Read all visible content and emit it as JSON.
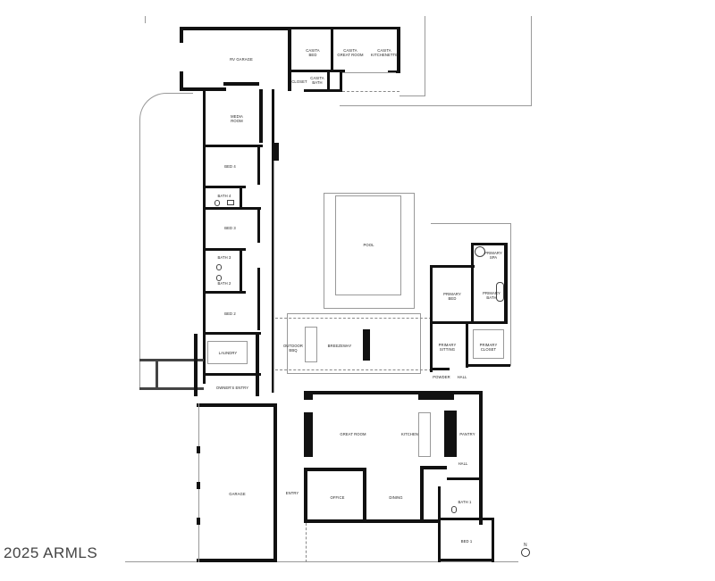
{
  "plan": {
    "rooms": {
      "rv_garage": "RV GARAGE",
      "casita_bed": "CASITA\nBED",
      "casita_great_room": "CASITA\nGREAT ROOM",
      "casita_kitchenette": "CASITA\nKITCHENETTE",
      "closet": "CLOSET",
      "casita_bath": "CASITA\nBATH",
      "media_room": "MEDIA\nROOM",
      "bed4": "BED 4",
      "bath4": "BATH 4",
      "bed3": "BED 3",
      "bath3": "BATH 3",
      "bath2": "BATH 2",
      "bed2": "BED 2",
      "laundry": "LAUNDRY",
      "owners_entry": "OWNER'S ENTRY",
      "garage": "GARAGE",
      "pool": "POOL",
      "outdoor_bbq": "OUTDOOR\nBBQ",
      "breezeway": "BREEZEWAY",
      "primary_spa": "PRIMARY\nSPA",
      "primary_bed": "PRIMARY\nBED",
      "primary_bath": "PRIMARY\nBATH",
      "primary_sitting": "PRIMARY\nSITTING",
      "primary_closet": "PRIMARY\nCLOSET",
      "powder": "POWDER",
      "hall_primary": "HALL",
      "great_room": "GREAT ROOM",
      "kitchen": "KITCHEN",
      "pantry": "PANTRY",
      "hall_kitchen": "HALL",
      "entry": "ENTRY",
      "office": "OFFICE",
      "dining": "DINING",
      "bath1": "BATH 1",
      "bed1": "BED 1"
    },
    "copyright": "2025 ARMLS",
    "north_arrow": "north-arrow-icon",
    "colors": {
      "wall": "#111111",
      "outline": "#999999",
      "background": "#ffffff"
    }
  }
}
